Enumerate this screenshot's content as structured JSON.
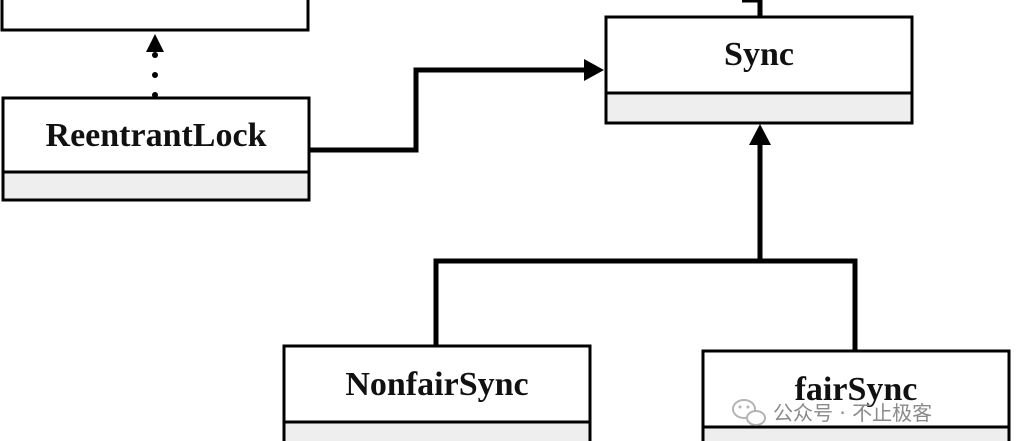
{
  "classes": {
    "reentrant_lock": "ReentrantLock",
    "sync": "Sync",
    "nonfair_sync": "NonfairSync",
    "fair_sync": "fairSync"
  },
  "watermark": {
    "text": "公众号 · 不止极客"
  }
}
